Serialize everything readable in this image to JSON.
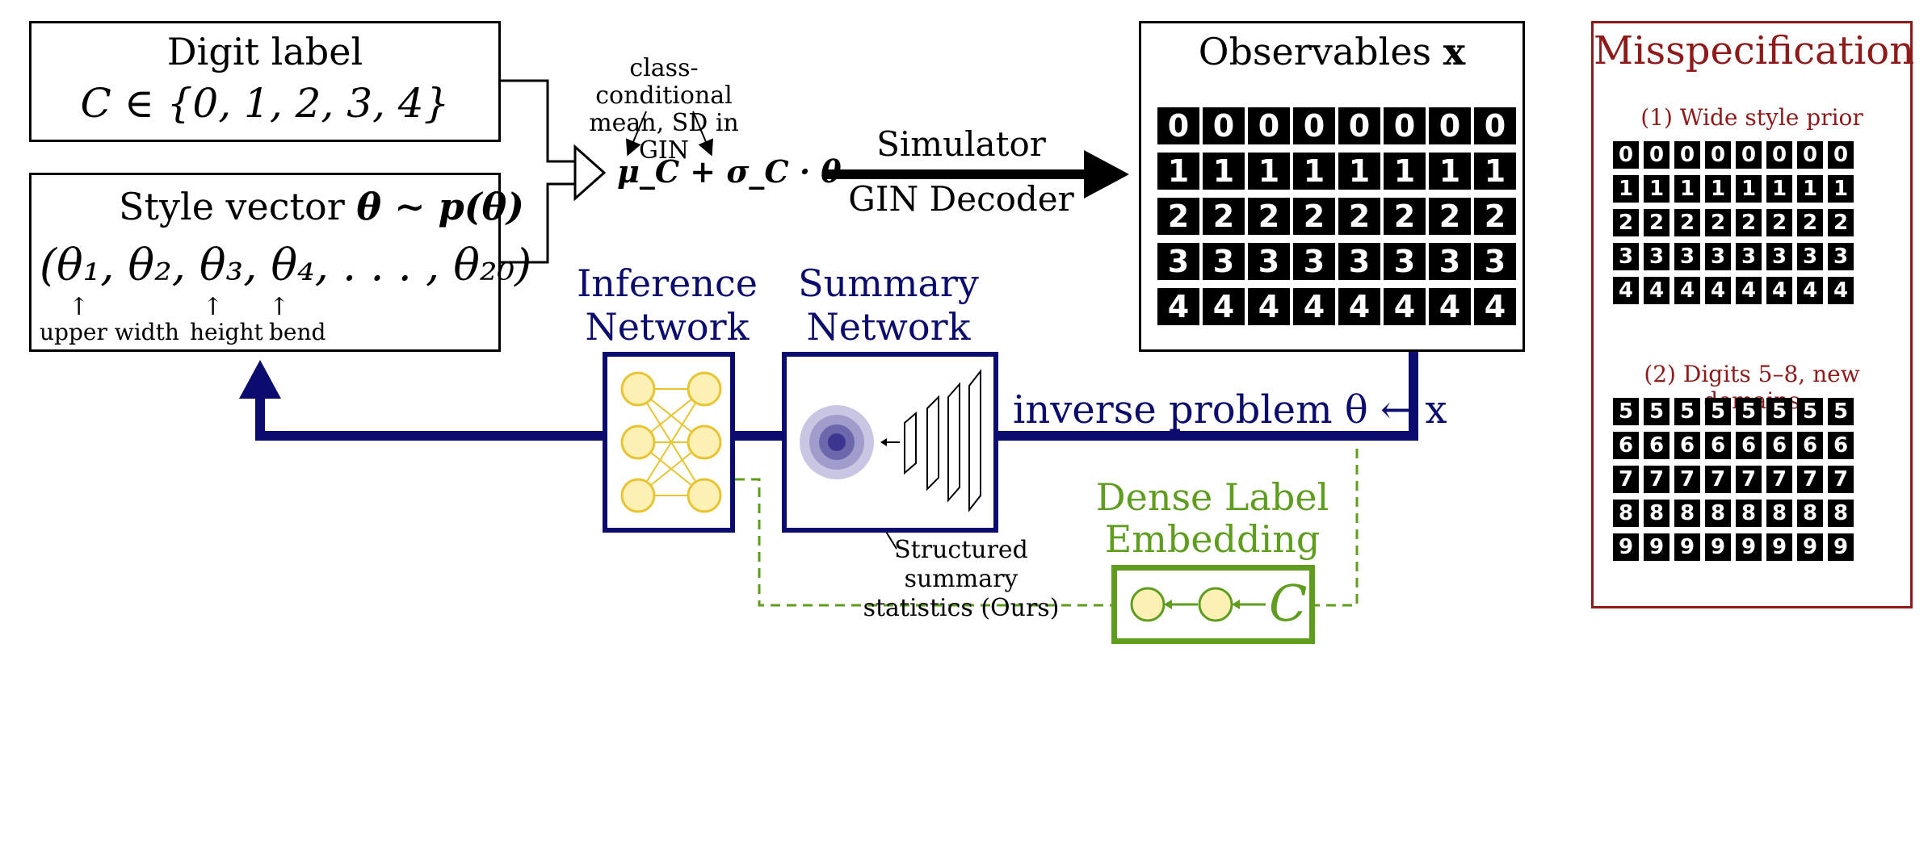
{
  "digit_label_box": {
    "title": "Digit label",
    "formula": "C ∈ {0, 1, 2, 3, 4}"
  },
  "style_vector_box": {
    "title_text": "Style vector",
    "title_formula": "θ ∼ p(θ)",
    "vector": "(θ₁, θ₂, θ₃, θ₄, . . . , θ₂₀)",
    "annotations": [
      "upper width",
      "height",
      "bend"
    ]
  },
  "combiner": {
    "note": "class-conditional mean, SD in GIN",
    "formula": "μ_C + σ_C · θ"
  },
  "simulator": {
    "line1": "Simulator",
    "line2": "GIN Decoder"
  },
  "observables": {
    "title_text": "Observables",
    "title_symbol": "x",
    "rows": [
      [
        "0",
        "0",
        "0",
        "0",
        "0",
        "0",
        "0",
        "0"
      ],
      [
        "1",
        "1",
        "1",
        "1",
        "1",
        "1",
        "1",
        "1"
      ],
      [
        "2",
        "2",
        "2",
        "2",
        "2",
        "2",
        "2",
        "2"
      ],
      [
        "3",
        "3",
        "3",
        "3",
        "3",
        "3",
        "3",
        "3"
      ],
      [
        "4",
        "4",
        "4",
        "4",
        "4",
        "4",
        "4",
        "4"
      ]
    ]
  },
  "inference_network": {
    "line1": "Inference",
    "line2": "Network"
  },
  "summary_network": {
    "line1": "Summary",
    "line2": "Network"
  },
  "inverse_problem": {
    "label": "inverse problem θ ← x"
  },
  "structured_summary": {
    "line1": "Structured summary",
    "line2": "statistics (Ours)"
  },
  "dense_label": {
    "line1": "Dense Label",
    "line2": "Embedding",
    "symbol": "C"
  },
  "misspecification": {
    "title": "Misspecification",
    "subtitle1": "(1) Wide style prior",
    "subtitle2": "(2) Digits 5–8, new domains",
    "grid1": [
      [
        "0",
        "0",
        "0",
        "0",
        "0",
        "0",
        "0",
        "0"
      ],
      [
        "1",
        "1",
        "1",
        "1",
        "1",
        "1",
        "1",
        "1"
      ],
      [
        "2",
        "2",
        "2",
        "2",
        "2",
        "2",
        "2",
        "2"
      ],
      [
        "3",
        "3",
        "3",
        "3",
        "3",
        "3",
        "3",
        "3"
      ],
      [
        "4",
        "4",
        "4",
        "4",
        "4",
        "4",
        "4",
        "4"
      ]
    ],
    "grid2": [
      [
        "5",
        "5",
        "5",
        "5",
        "5",
        "5",
        "5",
        "5"
      ],
      [
        "6",
        "6",
        "6",
        "6",
        "6",
        "6",
        "6",
        "6"
      ],
      [
        "7",
        "7",
        "7",
        "7",
        "7",
        "7",
        "7",
        "7"
      ],
      [
        "8",
        "8",
        "8",
        "8",
        "8",
        "8",
        "8",
        "8"
      ],
      [
        "9",
        "9",
        "9",
        "9",
        "9",
        "9",
        "9",
        "9"
      ]
    ]
  },
  "colors": {
    "navy": "#0c0c6e",
    "green": "#5f9d1e",
    "maroon": "#8e1a1a",
    "node_fill": "#fdf0b5",
    "node_stroke": "#e8c432"
  }
}
